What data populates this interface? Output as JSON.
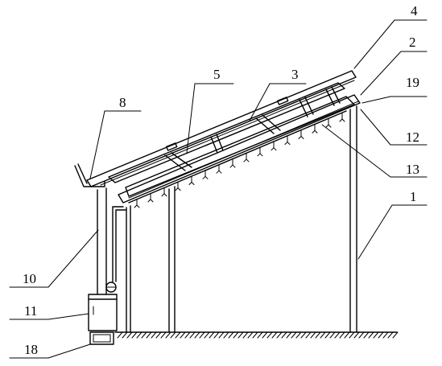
{
  "labels": {
    "l1": "1",
    "l2": "2",
    "l3": "3",
    "l4": "4",
    "l5": "5",
    "l8": "8",
    "l10": "10",
    "l11": "11",
    "l12": "12",
    "l13": "13",
    "l18": "18",
    "l19": "19"
  }
}
